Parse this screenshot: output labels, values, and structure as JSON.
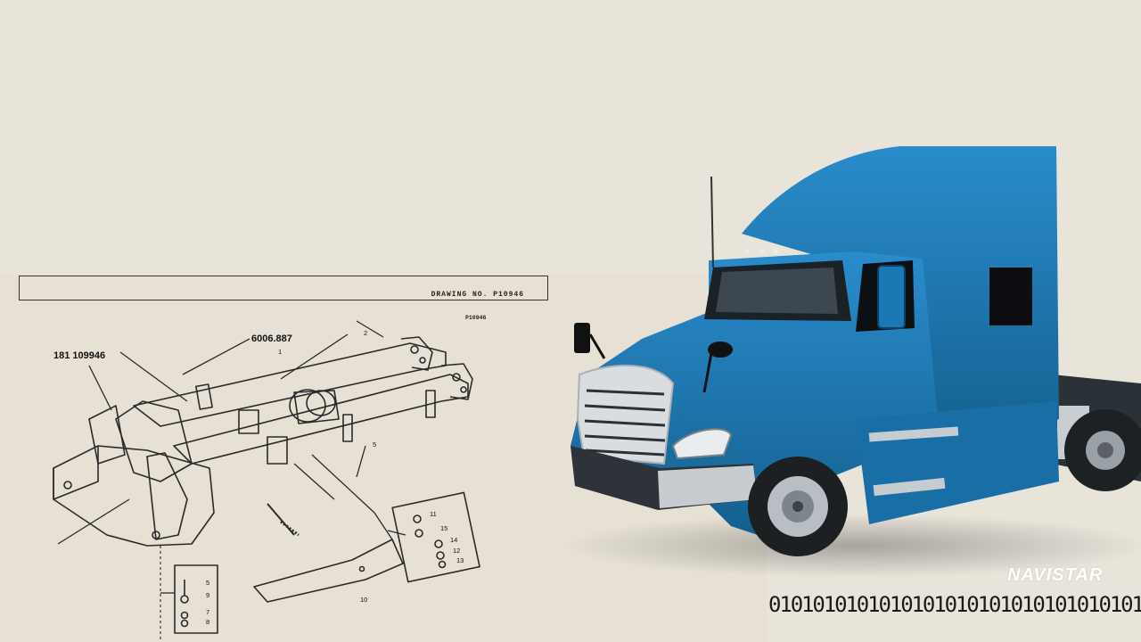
{
  "drawing": {
    "title_label": "DRAWING NO. P10946",
    "sheet_code": "P10946",
    "part_number_left": "181 109946",
    "part_number_top": "6006.887",
    "callouts": [
      "1",
      "2",
      "5",
      "10",
      "11",
      "15",
      "14",
      "12",
      "13",
      "5",
      "9",
      "7",
      "8"
    ]
  },
  "branding": {
    "logo_text": "NAVISTAR",
    "binary_strip": "0101010101010101010101010101010101"
  },
  "colors": {
    "paper": "#e6e1d4",
    "background": "#e9e4da",
    "truck_body": "#1c78b4",
    "ink": "#222222"
  }
}
